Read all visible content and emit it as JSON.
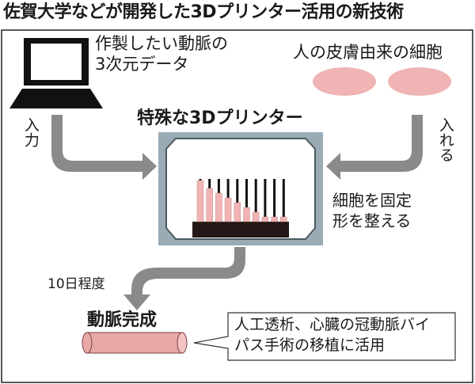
{
  "title": "佐賀大学などが開発した3Dプリンター活用の新技術",
  "data_label_line1": "作製したい動脈の",
  "data_label_line2": "3次元データ",
  "cells_label": "人の皮膚由来の細胞",
  "printer_label": "特殊な3Dプリンター",
  "input_label": "入力",
  "insert_label": "入れる",
  "process_line1": "細胞を固定",
  "process_line2": "形を整える",
  "duration_label": "10日程度",
  "result_label": "動脈完成",
  "callout_line1": "人工透析、心臓の冠動脈バイ",
  "callout_line2": "パス手術の移植に活用",
  "colors": {
    "arrow": "#8a8a8a",
    "printer_frame": "#9aabb5",
    "cell_pink": "#f0b4b4",
    "artery": "#e8a8a8"
  }
}
